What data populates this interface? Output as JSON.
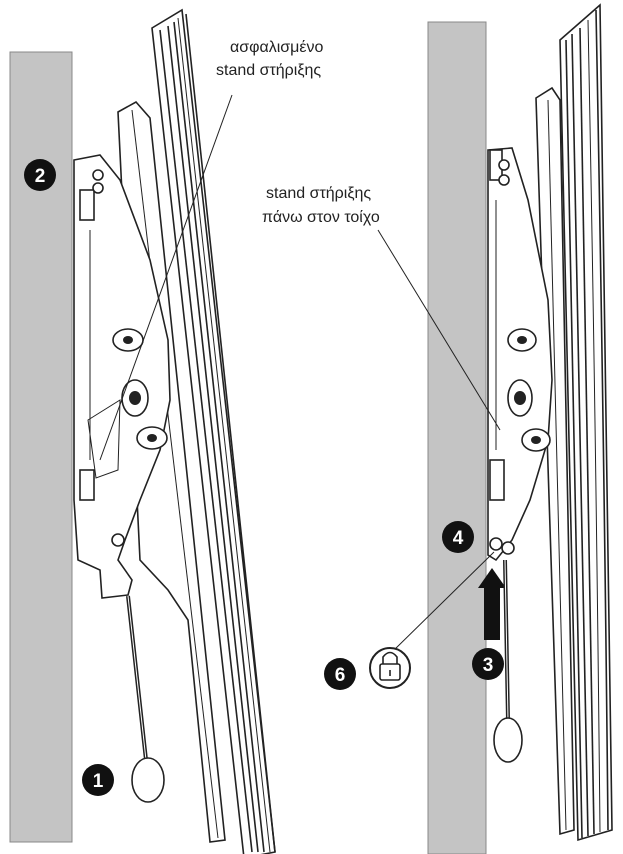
{
  "labels": {
    "locked_stand_line1": "ασφαλισμένο",
    "locked_stand_line2": "stand στήριξης",
    "stand_on_wall_line1": "stand στήριξης",
    "stand_on_wall_line2": "πάνω στον τοίχο"
  },
  "markers": {
    "m1": "1",
    "m2": "2",
    "m3": "3",
    "m4": "4",
    "m6": "6"
  },
  "colors": {
    "wall": "#c4c4c4",
    "marker": "#111111",
    "line": "#222222"
  }
}
